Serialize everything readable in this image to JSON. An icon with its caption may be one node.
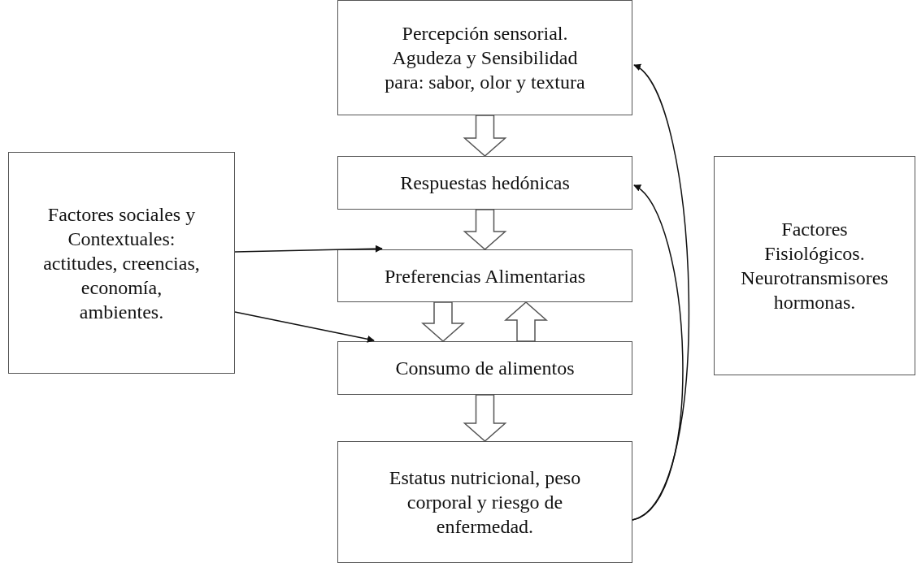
{
  "diagram": {
    "nodes": [
      {
        "text": [
          "Percepción sensorial. Agudeza y Sensibilidad para: sabor, olor y textura"
        ]
      },
      {
        "text": [
          "Respuestas hedónicas"
        ]
      },
      {
        "text": [
          "Preferencias Alimentarias"
        ]
      },
      {
        "text": [
          "Consumo de alimentos"
        ]
      },
      {
        "text": [
          "Estatus nutricional, peso corporal y riesgo de enfermedad."
        ]
      },
      {
        "text": [
          "Factores sociales y Contextuales: actitudes, creencias, economía, ambientes."
        ]
      },
      {
        "text": [
          "Factores Fisiológicos. Neurotransmisores hormonas."
        ]
      }
    ],
    "edges": [
      {
        "from": 0,
        "to": 1,
        "arrow": "to",
        "style": "thick"
      },
      {
        "from": 1,
        "to": 2,
        "arrow": "to",
        "style": "thick"
      },
      {
        "from": 2,
        "to": 3,
        "arrow": "to",
        "style": "thick"
      },
      {
        "from": 3,
        "to": 2,
        "arrow": "to",
        "style": "thick"
      },
      {
        "from": 3,
        "to": 4,
        "arrow": "to",
        "style": "thick"
      },
      {
        "from": 5,
        "to": 2,
        "arrow": "to"
      },
      {
        "from": 5,
        "to": 3,
        "arrow": "to"
      },
      {
        "from": 4,
        "to": 1,
        "arrow": "to"
      },
      {
        "from": 4,
        "to": 0,
        "arrow": "to"
      }
    ]
  }
}
